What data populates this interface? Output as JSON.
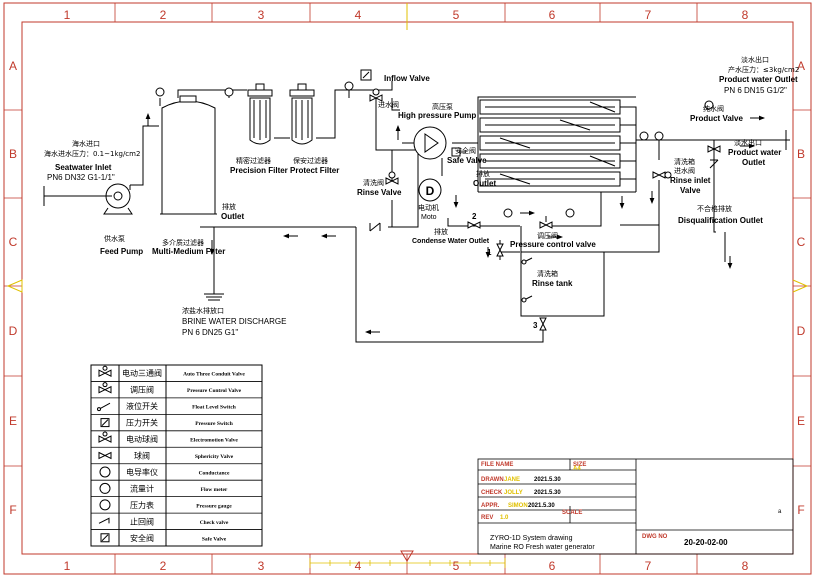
{
  "frame": {
    "columns": [
      "1",
      "2",
      "3",
      "4",
      "5",
      "6",
      "7",
      "8"
    ],
    "rows": [
      "A",
      "B",
      "C",
      "D",
      "E",
      "F"
    ]
  },
  "labels": {
    "inflow_valve": "Inflow Valve",
    "inflow_valve_cn": "进水阀",
    "hp_pump_cn": "高压泵",
    "hp_pump": "High pressure Pump",
    "safe_valve_cn": "安全阀",
    "safe_valve": "Safe Valve",
    "outlet_cn": "排放",
    "outlet": "Outlet",
    "rinse_valve_cn": "清洗阀",
    "rinse_valve": "Rinse Valve",
    "motor_cn": "电动机",
    "motor": "Moto",
    "motor_symbol": "D",
    "precision_filter_cn": "精密过滤器",
    "precision_filter": "Precision Filter",
    "protect_filter_cn": "保安过滤器",
    "protect_filter": "Protect Filter",
    "seawater_inlet_cn": "海水进口",
    "seawater_pressure_cn": "海水进水压力：0.1~1kg/cm2",
    "seawater_inlet": "Seatwater Inlet",
    "seawater_inlet_spec": "PN6 DN32  G1-1/1\"",
    "feed_pump_cn": "供水泵",
    "feed_pump": "Feed Pump",
    "mm_filter_cn": "多介质过滤器",
    "mm_filter": "Multi-Medium Filter",
    "outlet2_cn": "排放",
    "outlet2": "Outlet",
    "brine_cn": "浓盐水排放口",
    "brine": "BRINE WATER DISCHARGE",
    "brine_spec": "PN 6  DN25  G1\"",
    "condense_outlet_cn": "排放",
    "condense_outlet": "Condense Water Outlet",
    "pcv_cn": "调压阀",
    "pcv": "Pressure control valve",
    "rinse_tank_cn": "清洗箱",
    "rinse_tank": "Rinse tank",
    "num1": "1",
    "num2": "2",
    "num3": "3",
    "fw_outlet_cn": "淡水出口",
    "fw_pressure_cn": "产水压力：≤3kg/cm2",
    "pw_outlet": "Product water Outlet",
    "pw_outlet_spec": "PN 6 DN15 G1/2\"",
    "product_valve_cn": "纯水阀",
    "product_valve": "Product Valve",
    "fw_outlet2_cn": "淡水出口",
    "pw_outlet2_a": "Product water",
    "pw_outlet2_b": "Outlet",
    "rinse_inlet_cn1": "清洗箱",
    "rinse_inlet_cn2": "进水阀",
    "rinse_inlet_a": "Rinse inlet",
    "rinse_inlet_b": "Valve",
    "disq_cn": "不合格排放",
    "disq": "Disqualification Outlet"
  },
  "legend": [
    {
      "icon": "auto-three-conduit-valve-icon",
      "cn": "电动三通阀",
      "en": "Auto Three Conduit Valve"
    },
    {
      "icon": "pressure-control-valve-icon",
      "cn": "调压阀",
      "en": "Pressure Control Valve"
    },
    {
      "icon": "float-level-switch-icon",
      "cn": "液位开关",
      "en": "Float Level Switch"
    },
    {
      "icon": "pressure-switch-icon",
      "cn": "压力开关",
      "en": "Pressure Switch"
    },
    {
      "icon": "electromotion-valve-icon",
      "cn": "电动球阀",
      "en": "Electromotion Valve"
    },
    {
      "icon": "sphericity-valve-icon",
      "cn": "球阀",
      "en": "Sphericity Valve"
    },
    {
      "icon": "conductance-icon",
      "cn": "电导率仪",
      "en": "Conductance"
    },
    {
      "icon": "flow-meter-icon",
      "cn": "流量计",
      "en": "Flow meter"
    },
    {
      "icon": "pressure-gauge-icon",
      "cn": "压力表",
      "en": "Pressure gauge"
    },
    {
      "icon": "check-valve-icon",
      "cn": "止回阀",
      "en": "Check valve"
    },
    {
      "icon": "safe-valve-icon",
      "cn": "安全阀",
      "en": "Safe Valve"
    }
  ],
  "title_block": {
    "file_name_label": "FILE NAME",
    "size_label": "SIZE",
    "size_value": "A4",
    "drawn_label": "DRAWN",
    "drawn_name": "JANE",
    "drawn_date": "2021.5.30",
    "check_label": "CHECK",
    "check_name": "JOLLY",
    "check_date": "2021.5.30",
    "appr_label": "APPR.",
    "appr_name": "SIMON",
    "appr_date": "2021.5.30",
    "scale_label": "SCALE",
    "rev_label": "REV",
    "rev_value": "1.0",
    "sheet_mark": "a",
    "title_line1": "ZYRO-1D System drawing",
    "title_line2": "Marine RO Fresh water generator",
    "dwg_label": "DWG NO",
    "dwg_no": "20-20-02-00"
  },
  "colors": {
    "frame_red": "#c0392b",
    "line": "#000000",
    "note_yellow": "#e0c000"
  }
}
